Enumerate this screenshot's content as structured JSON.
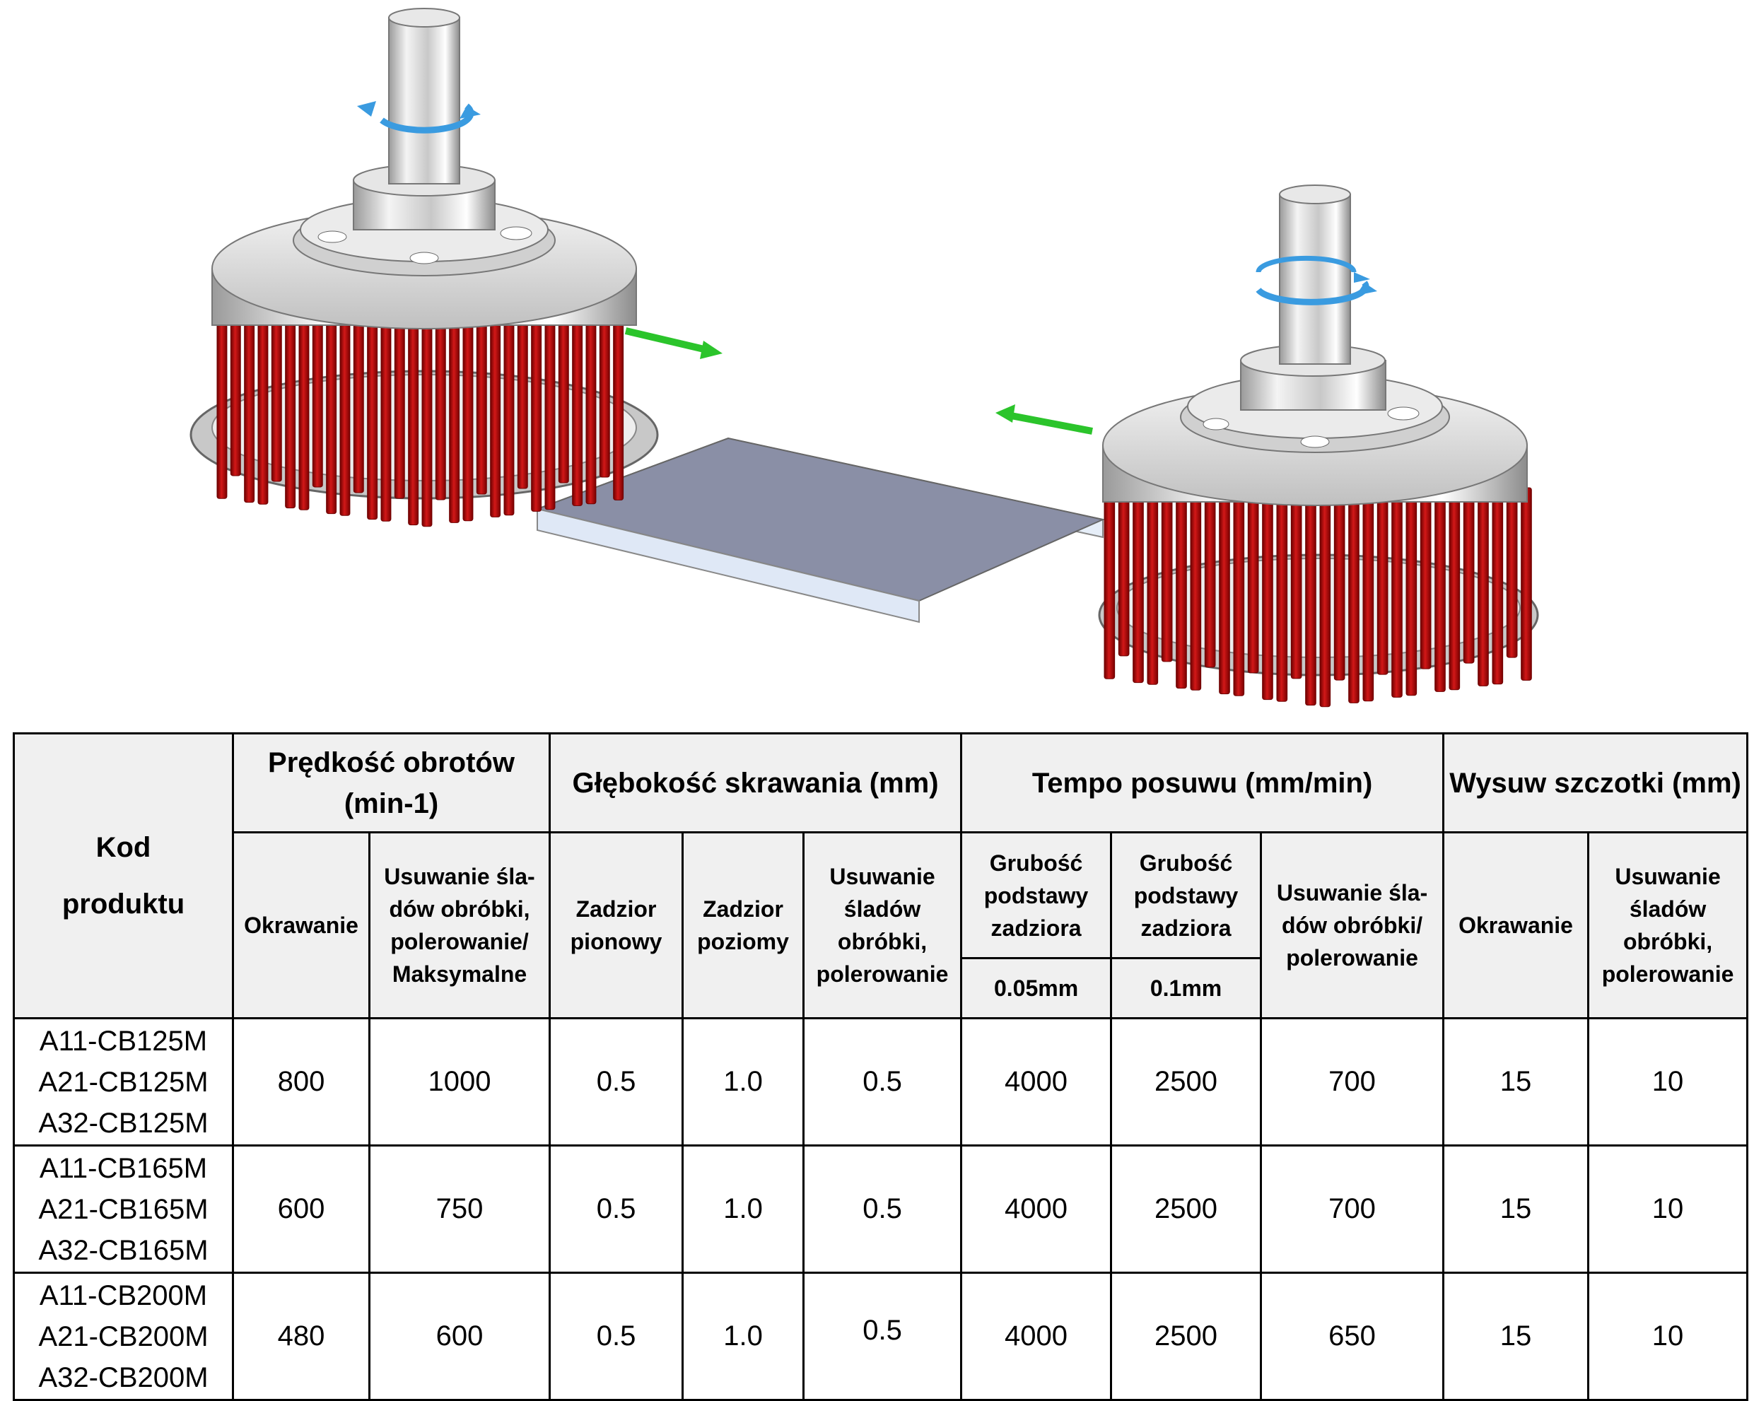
{
  "table": {
    "header": {
      "product_code": "Kod\nproduktu",
      "speed_group": "Prędkość obrotów\n(min-1)",
      "depth_group": "Głębokość skrawania (mm)",
      "feed_group": "Tempo posuwu (mm/min)",
      "extension_group": "Wysuw szczotki (mm)",
      "speed_trim": "Okrawanie",
      "speed_finish": "Usuwanie śla-\ndów obróbki,\npolerowanie/\nMaksymalne",
      "depth_vertical": "Zadzior\npionowy",
      "depth_horizontal": "Zadzior\npoziomy",
      "depth_finish": "Usuwanie\nśladów\nobróbki,\npolerowanie",
      "feed_base1": "Grubość\npodstawy\nzadziora",
      "feed_base1_value": "0.05mm",
      "feed_base2": "Grubość\npodstawy\nzadziora",
      "feed_base2_value": "0.1mm",
      "feed_finish": "Usuwanie śla-\ndów obróbki/\npolerowanie",
      "ext_trim": "Okrawanie",
      "ext_finish": "Usuwanie\nśladów\nobróbki,\npolerowanie"
    },
    "rows": [
      {
        "codes": "A11-CB125M\nA21-CB125M\nA32-CB125M",
        "speed_trim": "800",
        "speed_finish": "1000",
        "depth_vertical": "0.5",
        "depth_horizontal": "1.0",
        "depth_finish": "0.5",
        "feed_005": "4000",
        "feed_01": "2500",
        "feed_finish": "700",
        "ext_trim": "15",
        "ext_finish": "10"
      },
      {
        "codes": "A11-CB165M\nA21-CB165M\nA32-CB165M",
        "speed_trim": "600",
        "speed_finish": "750",
        "depth_vertical": "0.5",
        "depth_horizontal": "1.0",
        "depth_finish": "0.5",
        "feed_005": "4000",
        "feed_01": "2500",
        "feed_finish": "700",
        "ext_trim": "15",
        "ext_finish": "10"
      },
      {
        "codes": "A11-CB200M\nA21-CB200M\nA32-CB200M",
        "speed_trim": "480",
        "speed_finish": "600",
        "depth_vertical": "0.5",
        "depth_horizontal": "1.0",
        "depth_finish": "0.5",
        "feed_005": "4000",
        "feed_01": "2500",
        "feed_finish": "650",
        "ext_trim": "15",
        "ext_finish": "10"
      }
    ]
  },
  "colors": {
    "bristle": "#b81010",
    "bristle_dark": "#6e0000",
    "metal": "#d8d8d8",
    "rotation_arrow": "#3a9be0",
    "feed_arrow": "#2bc42b",
    "workpiece": "#8a8fa6",
    "header_bg": "#f0f0f0"
  }
}
